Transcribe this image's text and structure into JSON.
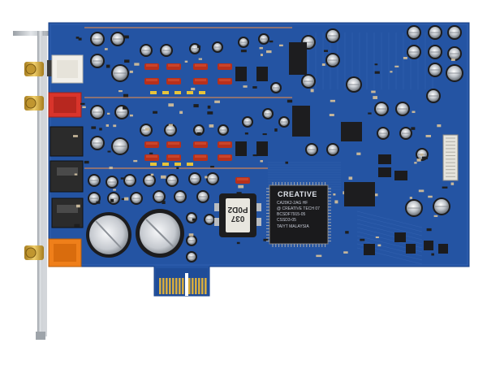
{
  "chip": {
    "brand": "CREATIVE",
    "lines": [
      "CA20K2-2AG HF",
      "@ CREATIVE TECH 07",
      "BCSDF7915-05",
      "CSSD3-05",
      "TAIYT MALAYSIA"
    ]
  },
  "inductor": {
    "line1": "037",
    "line2": "P0D2"
  },
  "colors": {
    "pcb": "#2454a3",
    "pcb_dark": "#1c468e",
    "bracket": "#c9ccd1",
    "gold": "#d8b04a",
    "jack_white": "#f2f0ea",
    "jack_red": "#d9342b",
    "jack_black": "#2b2b2b",
    "jack_orange": "#ef7f1a",
    "cap_black": "#1c1c1e",
    "cap_silver": "#cfd3d8"
  }
}
